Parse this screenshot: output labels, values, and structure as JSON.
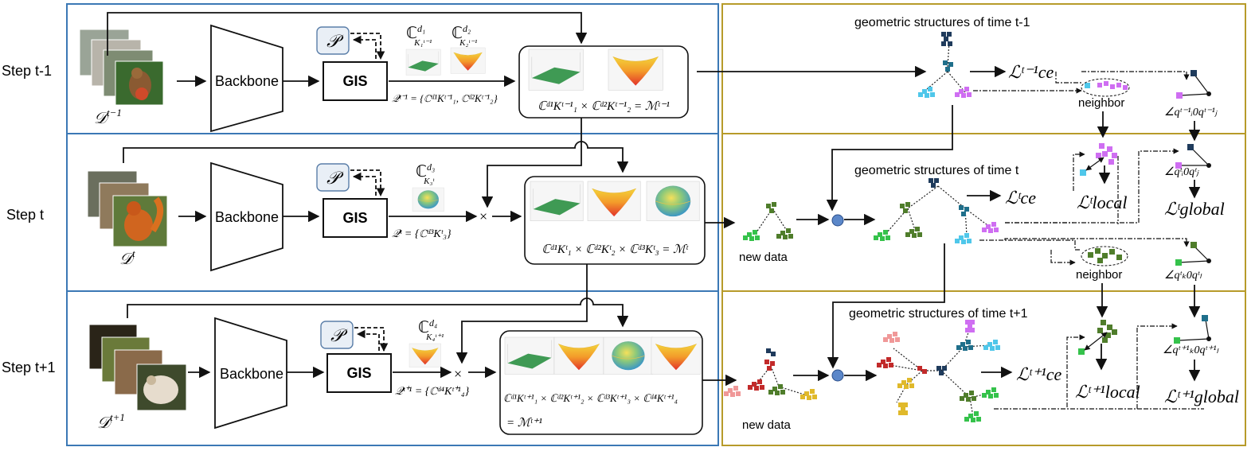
{
  "steps": [
    {
      "label": "Step t-1"
    },
    {
      "label": "Step t"
    },
    {
      "label": "Step t+1"
    }
  ],
  "labels": {
    "backbone": "Backbone",
    "gis": "GIS",
    "p": "𝒫",
    "new_data": "new data",
    "neighbor": "neighbor"
  },
  "row1": {
    "dataset": "𝒟",
    "dataset_sup": "t−1",
    "c1": "ℂ",
    "c1_sup": "d₁",
    "c1_sub": "K₁ᵗ⁻¹",
    "c2": "ℂ",
    "c2_sup": "d₂",
    "c2_sub": "K₂ᵗ⁻¹",
    "q_formula": "𝒬ᵗ⁻¹ = {ℂᵈ¹Kᵗ⁻¹₁, ℂᵈ²Kᵗ⁻¹₂}",
    "m_formula": "ℂᵈ¹Kᵗ⁻¹₁ × ℂᵈ²Kᵗ⁻¹₂ = ℳᵗ⁻¹",
    "geo_title": "geometric structures of time t-1",
    "loss_ce": "ℒᵗ⁻¹ce",
    "angle": "∠qᵗ⁻¹ᵢ0qᵗ⁻¹ⱼ"
  },
  "row2": {
    "dataset": "𝒟",
    "dataset_sup": "t",
    "c3": "ℂ",
    "c3_sup": "d₃",
    "c3_sub": "K₃ᵗ",
    "q_formula": "𝒬ᵗ = {ℂᵈ³Kᵗ₃}",
    "m_formula": "ℂᵈ¹Kᵗ₁ × ℂᵈ²Kᵗ₂ × ℂᵈ³Kᵗ₃ = ℳᵗ",
    "geo_title": "geometric structures of time t",
    "loss_ce": "ℒᵗce",
    "loss_local": "ℒᵗlocal",
    "loss_global": "ℒᵗglobal",
    "angle_ij": "∠qᵗᵢ0qᵗⱼ",
    "angle_kl": "∠qᵗₖ0qᵗₗ"
  },
  "row3": {
    "dataset": "𝒟",
    "dataset_sup": "t+1",
    "c4": "ℂ",
    "c4_sup": "d₄",
    "c4_sub": "K₄ᵗ⁺¹",
    "q_formula": "𝒬ᵗ⁺¹ = {ℂᵈ⁴Kᵗ⁺¹₄}",
    "m_formula_1": "ℂᵈ¹Kᵗ⁺¹₁ × ℂᵈ²Kᵗ⁺¹₂ × ℂᵈ³Kᵗ⁺¹₃ × ℂᵈ⁴Kᵗ⁺¹₄",
    "m_formula_2": "= ℳᵗ⁺¹",
    "geo_title": "geometric structures of time t+1",
    "loss_ce": "ℒᵗ⁺¹ce",
    "loss_local": "ℒᵗ⁺¹local",
    "loss_global": "ℒᵗ⁺¹global",
    "angle": "∠qᵗ⁺¹ₖ0qᵗ⁺¹ₗ"
  },
  "colors": {
    "left_frame": "#3b78b5",
    "right_frame": "#b79b2a",
    "p_box_fill": "#e9eff6",
    "p_box_stroke": "#5a7ea8",
    "plane": "#3f9a54",
    "bowl_top": "#f3d33a",
    "bowl_mid": "#f39a2a",
    "bowl_bot": "#e2312a",
    "sphere": "#3d9bd8",
    "cyan": "#4fc7ea",
    "magenta": "#cf6ef2",
    "navy": "#1f3b5c",
    "teal": "#1f6f8b",
    "green": "#35c24b",
    "olive": "#4f7d2b",
    "red": "#c22a2a",
    "pink": "#f09898",
    "gold": "#e0b92b",
    "otimes": "#5b87c9"
  }
}
